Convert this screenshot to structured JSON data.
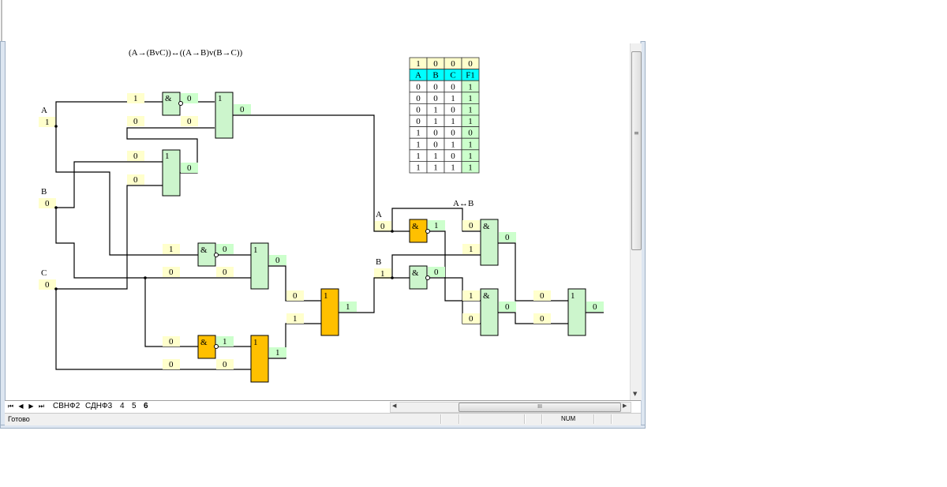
{
  "formula": "(A→(BvC))↔((A→B)v(B→C))",
  "var_labels": {
    "A": "A",
    "B": "B",
    "C": "C",
    "A2": "A",
    "B2": "B",
    "ab_equiv": "A↔B"
  },
  "var_values": {
    "A": "1",
    "B": "0",
    "C": "0",
    "A2": "0",
    "B2": "1"
  },
  "gate_symbols": {
    "and": "&",
    "or": "1"
  },
  "signals": {
    "s1": "1",
    "s2": "0",
    "s3": "0",
    "s4": "0",
    "s5": "0",
    "s6": "0",
    "s7": "0",
    "s8": "0",
    "s9": "1",
    "s10": "0",
    "s11": "0",
    "s12": "0",
    "s13": "0",
    "s14": "0",
    "s15": "1",
    "s16": "1",
    "s17": "0",
    "s18": "1",
    "s19": "0",
    "s20": "1",
    "s21": "0",
    "s22": "1",
    "s23": "0",
    "s24": "1",
    "s25": "0",
    "s26": "0",
    "s27": "0",
    "s28": "0",
    "s29": "0"
  },
  "truth_table": {
    "current": [
      "1",
      "0",
      "0",
      "0"
    ],
    "headers": [
      "A",
      "B",
      "C",
      "F1"
    ],
    "rows": [
      [
        "0",
        "0",
        "0",
        "1"
      ],
      [
        "0",
        "0",
        "1",
        "1"
      ],
      [
        "0",
        "1",
        "0",
        "1"
      ],
      [
        "0",
        "1",
        "1",
        "1"
      ],
      [
        "1",
        "0",
        "0",
        "0"
      ],
      [
        "1",
        "0",
        "1",
        "1"
      ],
      [
        "1",
        "1",
        "0",
        "1"
      ],
      [
        "1",
        "1",
        "1",
        "1"
      ]
    ]
  },
  "sheet_tabs": [
    "СВНФ2",
    "СДНФ3",
    "4",
    "5",
    "6"
  ],
  "active_tab": "6",
  "status": {
    "text": "Готово",
    "num": "NUM"
  },
  "scroll": {
    "hthumb_grip": "III",
    "vthumb_grip": "≡"
  },
  "colors": {
    "gate_green": "#ccf5cc",
    "gate_orange": "#ffc000",
    "value_yellow": "#ffffcc",
    "value_green": "#ccffcc",
    "header_cyan": "#00ffff"
  }
}
